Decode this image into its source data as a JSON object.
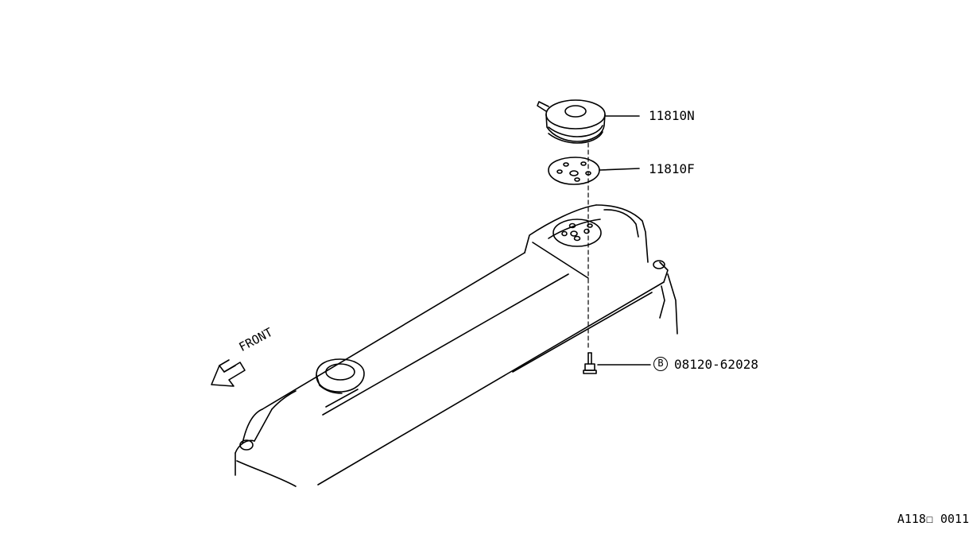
{
  "labels": {
    "part_vent_cap": "11810N",
    "part_gasket": "11810F",
    "bolt_symbol": "B",
    "part_bolt": "08120-62028",
    "front": "FRONT",
    "figure_code": "A118☐ 0011"
  }
}
